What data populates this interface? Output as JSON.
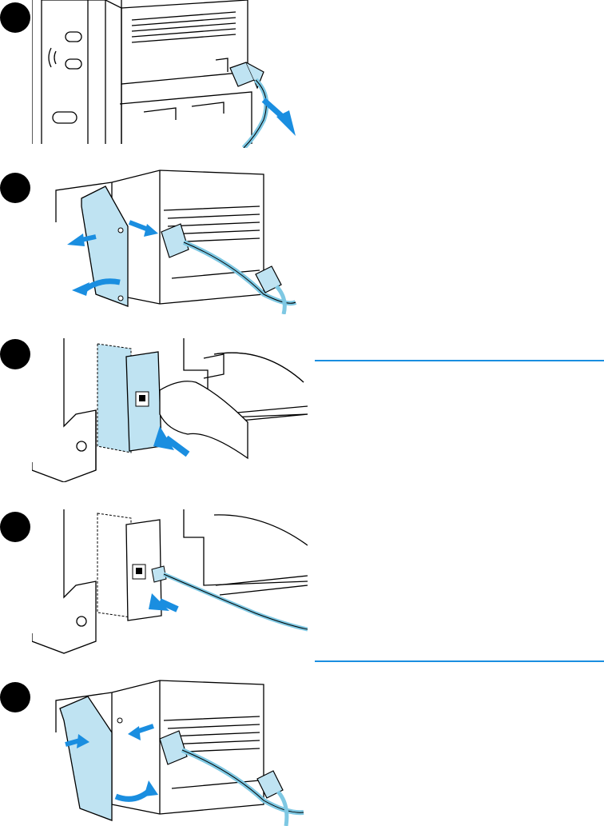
{
  "document": {
    "steps": [
      {
        "number_badge": "filled-circle",
        "illustration": "unplug-power-cord"
      },
      {
        "number_badge": "filled-circle",
        "illustration": "remove-side-cover"
      },
      {
        "number_badge": "filled-circle",
        "illustration": "insert-network-card"
      },
      {
        "number_badge": "filled-circle",
        "illustration": "connect-network-cable"
      },
      {
        "number_badge": "filled-circle",
        "illustration": "replace-side-cover"
      }
    ],
    "colors": {
      "accent_blue": "#1a8ee0",
      "light_blue_fill": "#bfe3f2",
      "cable_blue": "#7ec8e3",
      "line": "#000000",
      "badge": "#000000"
    }
  }
}
